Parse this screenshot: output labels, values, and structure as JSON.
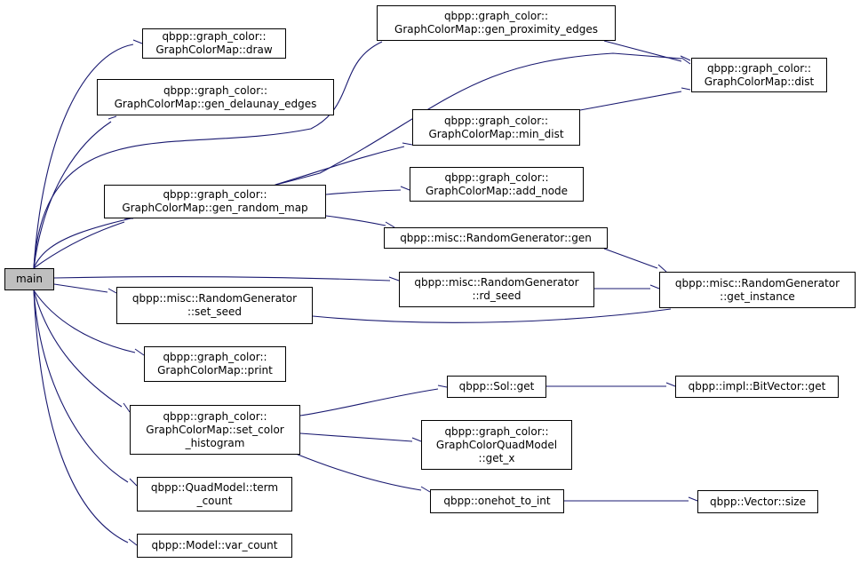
{
  "colors": {
    "edge": "#191970",
    "root_fill": "#bfbfbf",
    "node_border": "#000000"
  },
  "nodes": {
    "main": "main",
    "draw": "qbpp::graph_color::\nGraphColorMap::draw",
    "gen_delaunay_edges": "qbpp::graph_color::\nGraphColorMap::gen_delaunay_edges",
    "gen_random_map": "qbpp::graph_color::\nGraphColorMap::gen_random_map",
    "set_seed": "qbpp::misc::RandomGenerator\n::set_seed",
    "print": "qbpp::graph_color::\nGraphColorMap::print",
    "set_color_histogram": "qbpp::graph_color::\nGraphColorMap::set_color\n_histogram",
    "term_count": "qbpp::QuadModel::term\n_count",
    "var_count": "qbpp::Model::var_count",
    "gen_proximity_edges": "qbpp::graph_color::\nGraphColorMap::gen_proximity_edges",
    "min_dist": "qbpp::graph_color::\nGraphColorMap::min_dist",
    "add_node": "qbpp::graph_color::\nGraphColorMap::add_node",
    "rg_gen": "qbpp::misc::RandomGenerator::gen",
    "rd_seed": "qbpp::misc::RandomGenerator\n::rd_seed",
    "sol_get": "qbpp::Sol::get",
    "get_x": "qbpp::graph_color::\nGraphColorQuadModel\n::get_x",
    "onehot_to_int": "qbpp::onehot_to_int",
    "dist": "qbpp::graph_color::\nGraphColorMap::dist",
    "get_instance": "qbpp::misc::RandomGenerator\n::get_instance",
    "bitvector_get": "qbpp::impl::BitVector::get",
    "vector_size": "qbpp::Vector::size"
  }
}
